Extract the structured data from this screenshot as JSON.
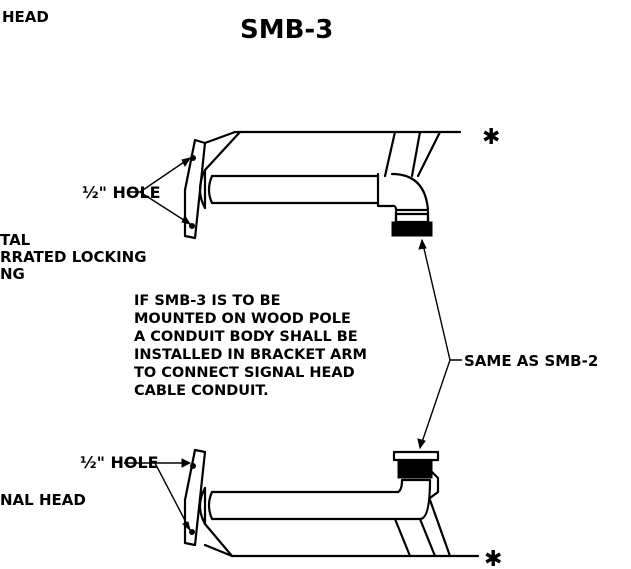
{
  "labels": {
    "top_left_head": "HEAD",
    "title": "SMB-3",
    "hole_top": "½\" HOLE",
    "hole_bottom": "½\" HOLE",
    "metal_line1": "TAL",
    "metal_line2": "RRATED LOCKING",
    "metal_line3": "NG",
    "note_line1": "IF SMB-3 IS TO BE",
    "note_line2": "MOUNTED ON WOOD POLE",
    "note_line3": "A CONDUIT BODY SHALL  BE",
    "note_line4": "INSTALLED IN BRACKET ARM",
    "note_line5": "TO CONNECT SIGNAL  HEAD",
    "note_line6": "CABLE CONDUIT.",
    "same_as": "SAME AS SMB-2",
    "signal_head_bottom": "NAL  HEAD",
    "asterisk_top": "✱",
    "asterisk_bottom": "✱"
  },
  "colors": {
    "ink": "#000000",
    "background": "#ffffff"
  }
}
